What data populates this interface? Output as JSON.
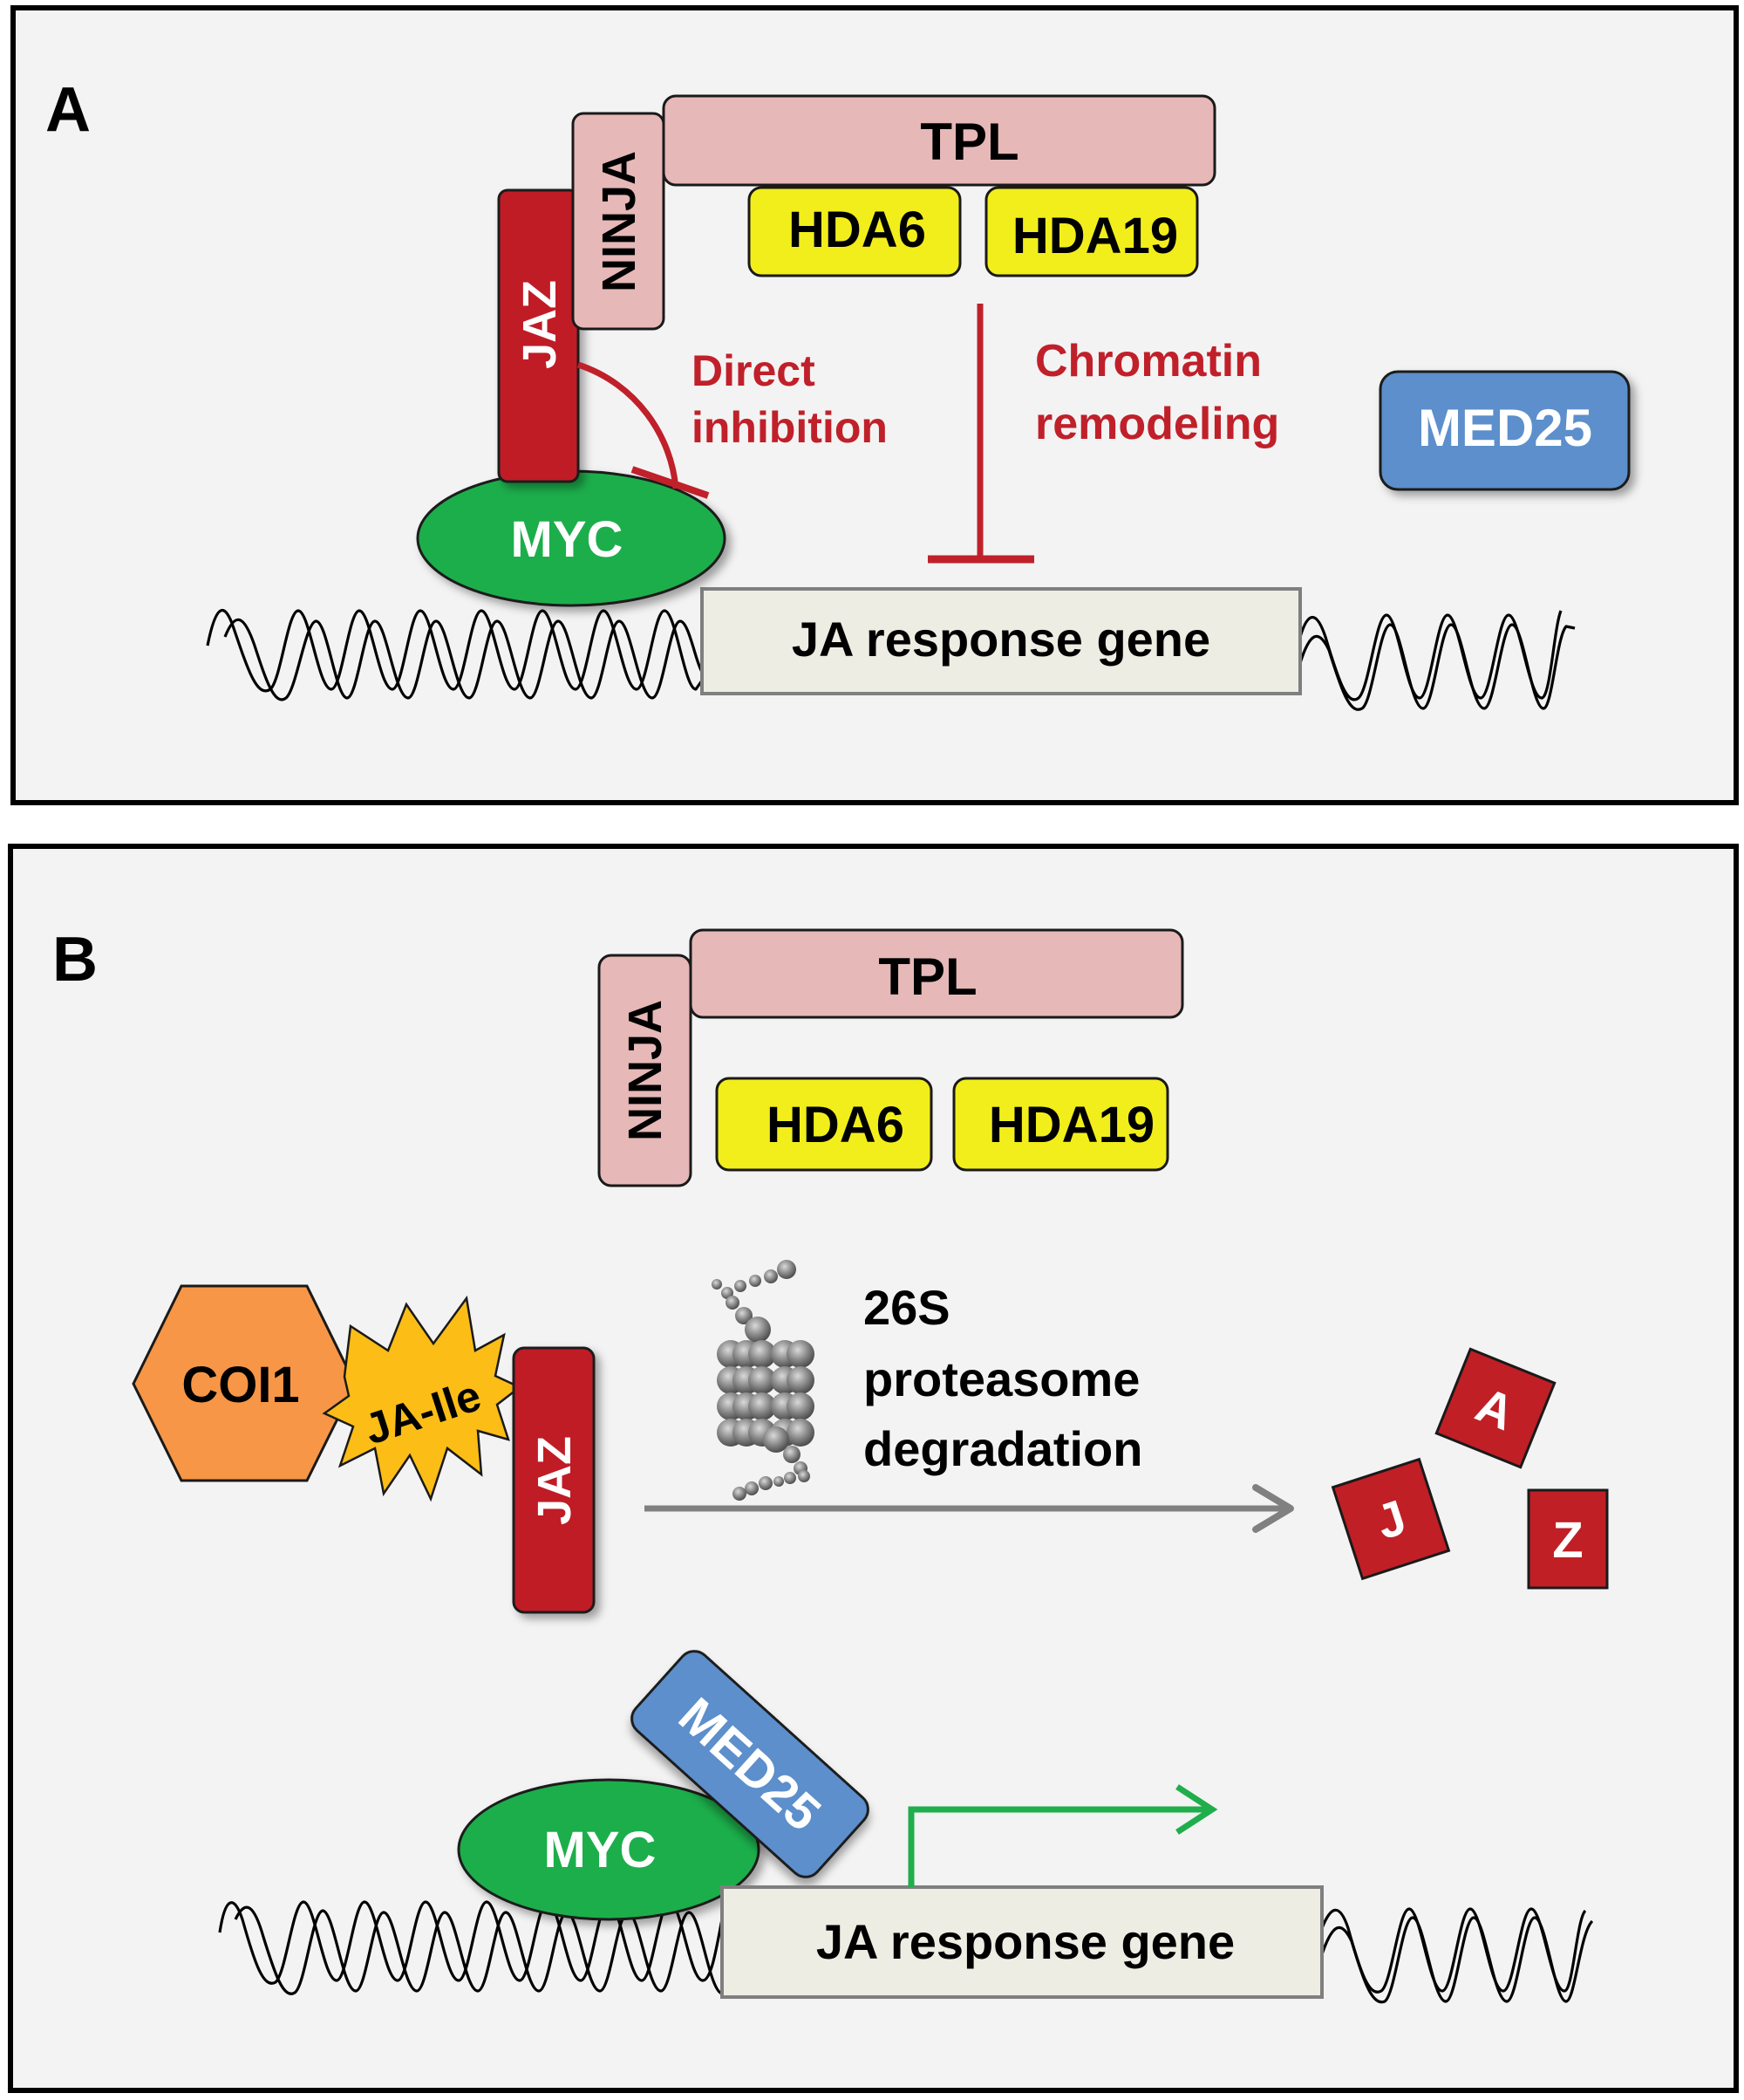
{
  "figure": {
    "panels": [
      {
        "label": "A",
        "proteins": {
          "tpl": "TPL",
          "ninja": "NINJA",
          "jaz": "JAZ",
          "hda6": "HDA6",
          "hda19": "HDA19",
          "myc": "MYC",
          "med25": "MED25"
        },
        "gene": "JA response gene",
        "annotations": {
          "direct_inhibition": [
            "Direct",
            "inhibition"
          ],
          "chromatin_remodeling": [
            "Chromatin",
            "remodeling"
          ]
        }
      },
      {
        "label": "B",
        "proteins": {
          "tpl": "TPL",
          "ninja": "NINJA",
          "hda6": "HDA6",
          "hda19": "HDA19",
          "coi1": "COI1",
          "ja_ile": "JA-Ile",
          "jaz": "JAZ",
          "myc": "MYC",
          "med25": "MED25"
        },
        "degradation": [
          "26S",
          "proteasome",
          "degradation"
        ],
        "jaz_fragments": [
          "A",
          "J",
          "Z"
        ],
        "gene": "JA response gene"
      }
    ],
    "colors": {
      "panel_bg": "#f3f3f3",
      "tpl_ninja_pink": "#e6b8b7",
      "hda_yellow": "#f2ee1b",
      "jaz_red": "#c01f26",
      "myc_green": "#1fae4b",
      "med25_blue": "#5b8fcb",
      "coi1_orange": "#f79646",
      "ja_ile_gold": "#fbbd16",
      "inhibition_red": "#c0202a",
      "degradation_arrow_gray": "#808080",
      "transcription_arrow_green": "#1fae4b",
      "gene_box": "#eeede4"
    }
  }
}
